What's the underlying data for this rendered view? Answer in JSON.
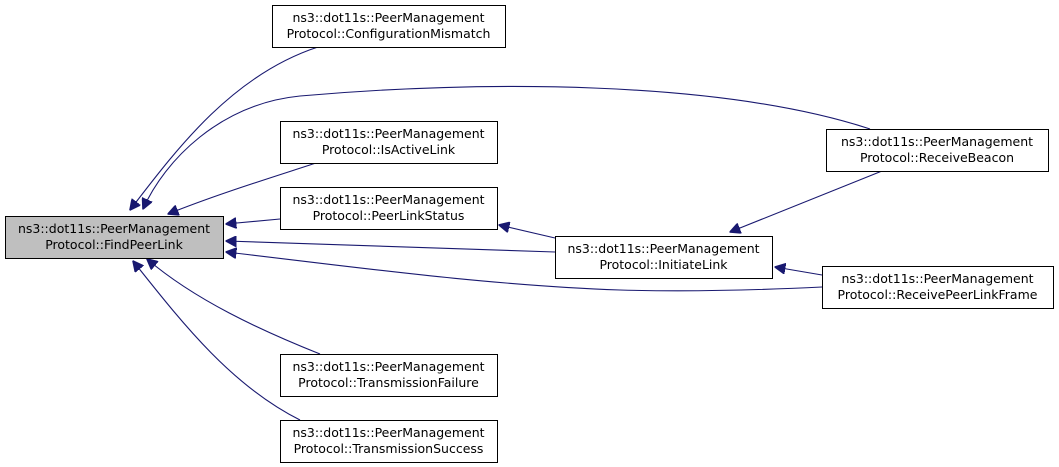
{
  "colors": {
    "edge": "#191970",
    "highlight_fill": "#bfbfbf",
    "node_fill": "#ffffff",
    "border": "#000000"
  },
  "nodes": [
    {
      "id": "find",
      "label_lines": [
        "ns3::dot11s::PeerManagement",
        "Protocol::FindPeerLink"
      ],
      "highlighted": true
    },
    {
      "id": "config",
      "label_lines": [
        "ns3::dot11s::PeerManagement",
        "Protocol::ConfigurationMismatch"
      ],
      "highlighted": false
    },
    {
      "id": "isactive",
      "label_lines": [
        "ns3::dot11s::PeerManagement",
        "Protocol::IsActiveLink"
      ],
      "highlighted": false
    },
    {
      "id": "status",
      "label_lines": [
        "ns3::dot11s::PeerManagement",
        "Protocol::PeerLinkStatus"
      ],
      "highlighted": false
    },
    {
      "id": "initiate",
      "label_lines": [
        "ns3::dot11s::PeerManagement",
        "Protocol::InitiateLink"
      ],
      "highlighted": false
    },
    {
      "id": "beacon",
      "label_lines": [
        "ns3::dot11s::PeerManagement",
        "Protocol::ReceiveBeacon"
      ],
      "highlighted": false
    },
    {
      "id": "peerframe",
      "label_lines": [
        "ns3::dot11s::PeerManagement",
        "Protocol::ReceivePeerLinkFrame"
      ],
      "highlighted": false
    },
    {
      "id": "txfail",
      "label_lines": [
        "ns3::dot11s::PeerManagement",
        "Protocol::TransmissionFailure"
      ],
      "highlighted": false
    },
    {
      "id": "txsuccess",
      "label_lines": [
        "ns3::dot11s::PeerManagement",
        "Protocol::TransmissionSuccess"
      ],
      "highlighted": false
    }
  ],
  "edges": [
    {
      "from": "config",
      "to": "find"
    },
    {
      "from": "beacon",
      "to": "find"
    },
    {
      "from": "isactive",
      "to": "find"
    },
    {
      "from": "status",
      "to": "find"
    },
    {
      "from": "initiate",
      "to": "find"
    },
    {
      "from": "peerframe",
      "to": "find"
    },
    {
      "from": "txfail",
      "to": "find"
    },
    {
      "from": "txsuccess",
      "to": "find"
    },
    {
      "from": "initiate",
      "to": "status"
    },
    {
      "from": "beacon",
      "to": "initiate"
    },
    {
      "from": "peerframe",
      "to": "initiate"
    }
  ]
}
